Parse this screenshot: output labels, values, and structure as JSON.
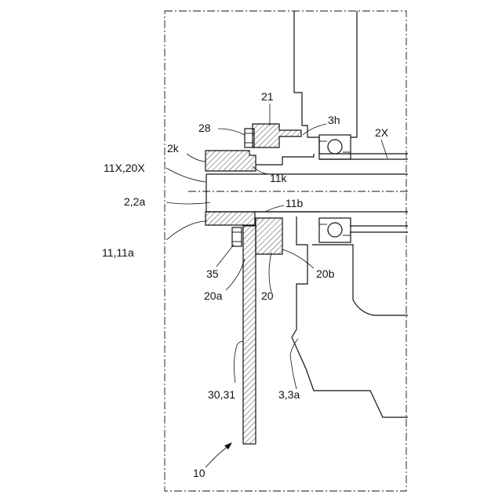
{
  "labels": {
    "l21": "21",
    "l3h": "3h",
    "l28": "28",
    "l2X": "2X",
    "l2k": "2k",
    "l11X20X": "11X,20X",
    "l11k": "11k",
    "l22a": "2,2a",
    "l11b": "11b",
    "l1111a": "11,11a",
    "l35": "35",
    "l20b": "20b",
    "l20a": "20a",
    "l20": "20",
    "l3031": "30,31",
    "l33a": "3,3a",
    "l10": "10"
  }
}
